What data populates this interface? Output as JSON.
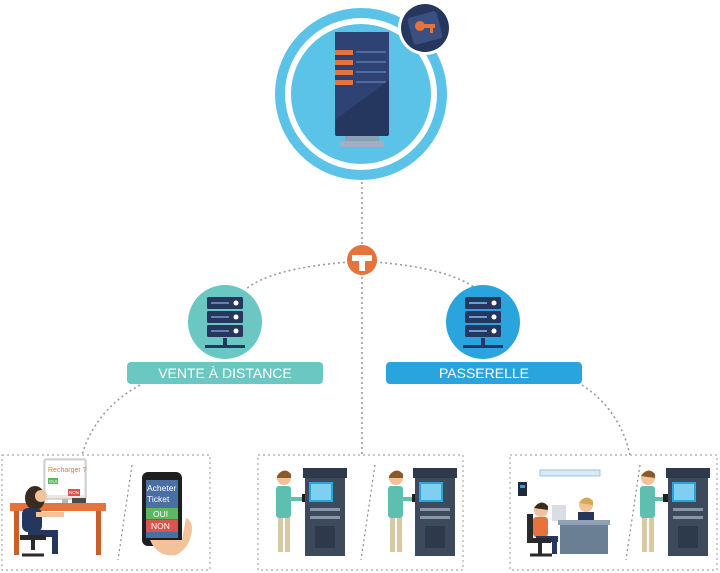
{
  "labels": {
    "remote_sale": "VENTE À DISTANCE",
    "gateway": "PASSERELLE"
  },
  "screens": {
    "desktop_line1": "Recharger ?",
    "desktop_yes": "OUI",
    "desktop_no": "NON",
    "phone_line1": "Acheter",
    "phone_line2": "Ticket",
    "phone_yes": "OUI",
    "phone_no": "NON"
  },
  "colors": {
    "main_circle": "#5bc3e8",
    "teal": "#6ac7c2",
    "blue": "#2aa4dc",
    "orange": "#e8733a",
    "navy": "#26375f"
  },
  "icons": {
    "main": "server-rack-icon",
    "key": "key-card-icon",
    "connector": "network-connector-icon",
    "left_node": "server-stack-icon",
    "right_node": "server-stack-icon"
  }
}
